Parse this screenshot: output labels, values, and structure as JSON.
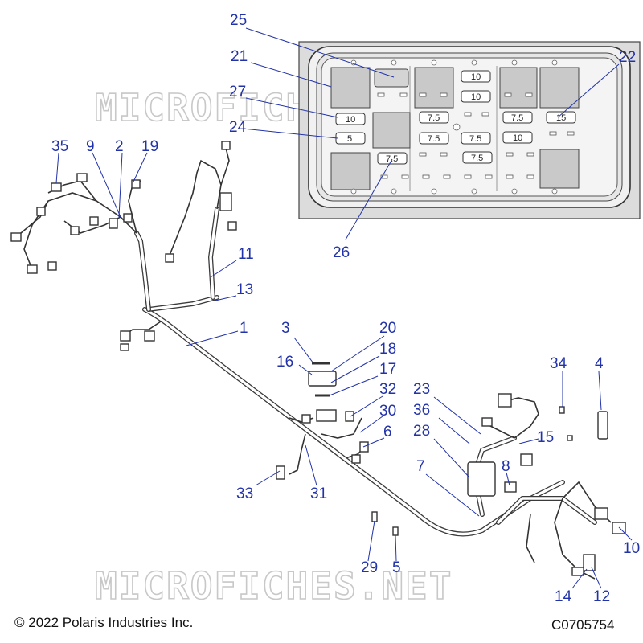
{
  "watermark": "MICROFICHES.NET",
  "copyright": "© 2022 Polaris Industries Inc.",
  "diagram_code": "C0705754",
  "callouts": {
    "c1": "1",
    "c2": "2",
    "c3": "3",
    "c4": "4",
    "c5": "5",
    "c6": "6",
    "c7": "7",
    "c8": "8",
    "c9": "9",
    "c10": "10",
    "c11": "11",
    "c12": "12",
    "c13": "13",
    "c14": "14",
    "c15": "15",
    "c16": "16",
    "c17": "17",
    "c18": "18",
    "c19": "19",
    "c20": "20",
    "c21": "21",
    "c22": "22",
    "c23": "23",
    "c24": "24",
    "c25": "25",
    "c26": "26",
    "c27": "27",
    "c28": "28",
    "c29": "29",
    "c30": "30",
    "c31": "31",
    "c32": "32",
    "c33": "33",
    "c34": "34",
    "c35": "35",
    "c36": "36"
  },
  "fuses": {
    "f1": "10",
    "f2": "10",
    "f3": "10",
    "f4": "5",
    "f5": "7.5",
    "f6": "7.5",
    "f7": "7.5",
    "f8": "7.5",
    "f9": "15",
    "f10": "10",
    "f11": "7.5",
    "f12": "7.5"
  }
}
